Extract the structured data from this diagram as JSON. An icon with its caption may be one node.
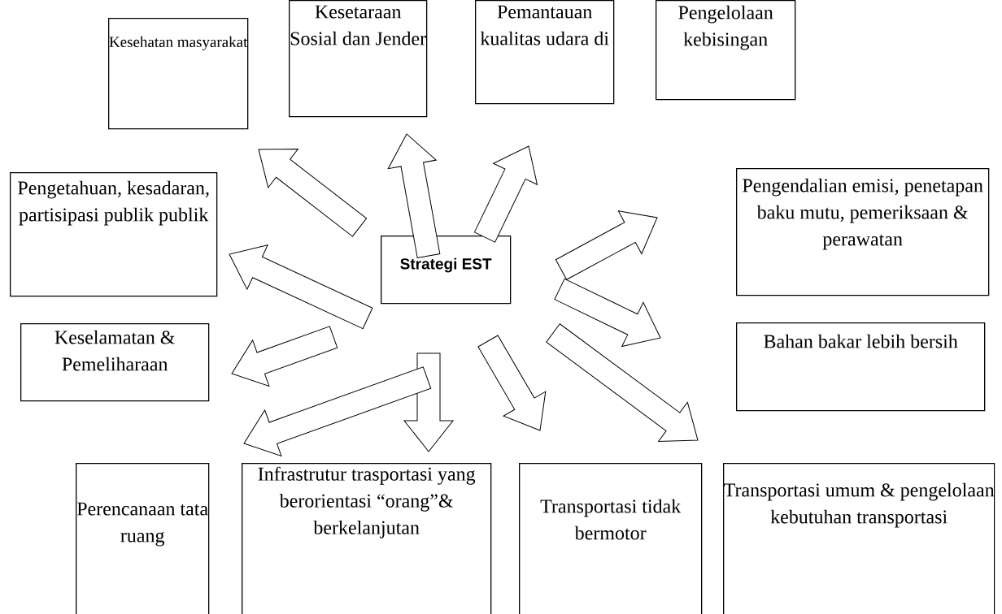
{
  "diagram": {
    "nodes": [
      {
        "text": [
          "Strategi EST"
        ]
      },
      {
        "text": [
          "Kesehatan masyarakat"
        ]
      },
      {
        "text": [
          "Kesetaraan Sosial dan Jender"
        ]
      },
      {
        "text": [
          "Pemantauan kualitas udara di"
        ]
      },
      {
        "text": [
          "Pengelolaan kebisingan"
        ]
      },
      {
        "text": [
          "Pengetahuan, kesadaran, partisipasi publik publik"
        ]
      },
      {
        "text": [
          "Pengendalian emisi, penetapan baku mutu, pemeriksaan & perawatan"
        ]
      },
      {
        "text": [
          "Keselamatan & Pemeliharaan"
        ]
      },
      {
        "text": [
          "Bahan bakar lebih bersih"
        ]
      },
      {
        "text": [
          "Perencanaan tata ruang"
        ]
      },
      {
        "text": [
          "Infrastrutur trasportasi yang berorientasi “orang”& berkelanjutan"
        ]
      },
      {
        "text": [
          "Transportasi tidak bermotor"
        ]
      },
      {
        "text": [
          "Transportasi umum & pengelolaan kebutuhan transportasi"
        ]
      }
    ],
    "edges": [
      {
        "from": 0,
        "to": 5,
        "arrow": "to"
      },
      {
        "from": 0,
        "to": 1,
        "arrow": "to"
      },
      {
        "from": 0,
        "to": 2,
        "arrow": "to"
      },
      {
        "from": 0,
        "to": 3,
        "arrow": "to"
      },
      {
        "from": 0,
        "to": 6,
        "arrow": "to"
      },
      {
        "from": 0,
        "to": 8,
        "arrow": "to"
      },
      {
        "from": 0,
        "to": 12,
        "arrow": "to"
      },
      {
        "from": 0,
        "to": 11,
        "arrow": "to"
      },
      {
        "from": 0,
        "to": 10,
        "arrow": "to"
      },
      {
        "from": 0,
        "to": 9,
        "arrow": "to"
      },
      {
        "from": 0,
        "to": 7,
        "arrow": "to"
      }
    ]
  }
}
